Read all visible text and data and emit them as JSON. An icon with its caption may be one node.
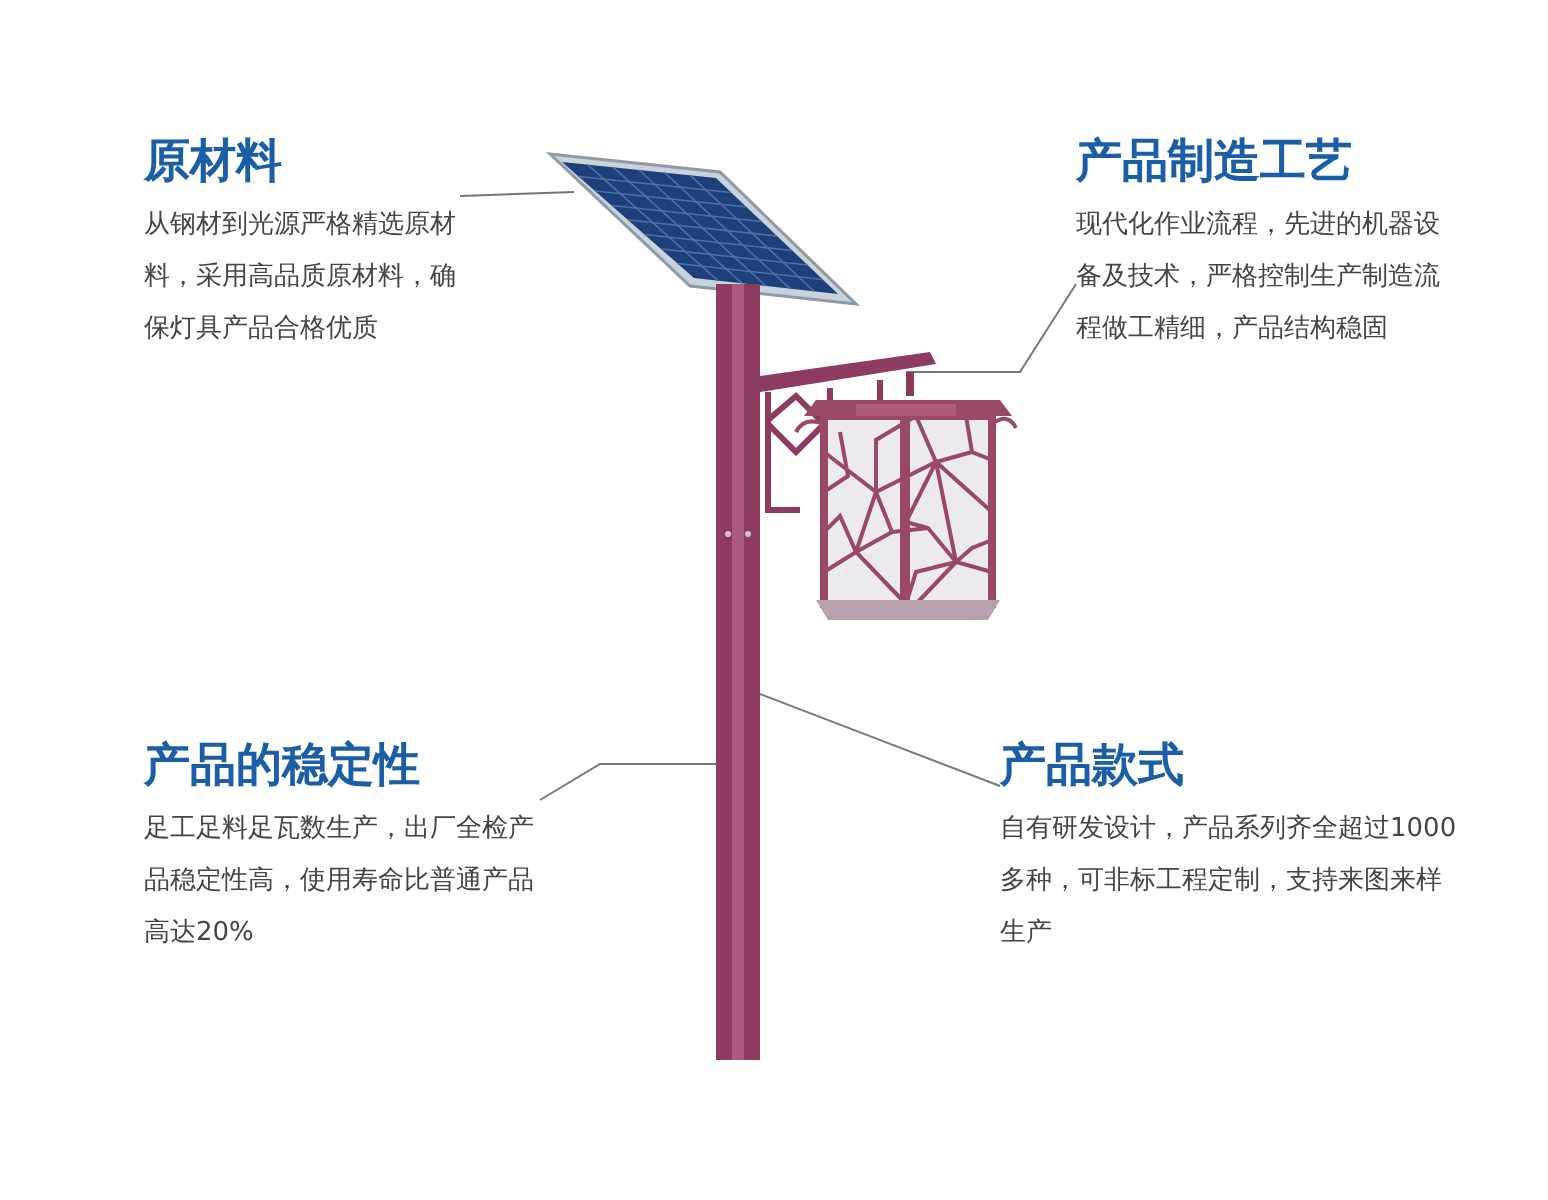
{
  "diagram": {
    "nodes": [
      {
        "text": [
          "原材料",
          "从钢材到光源严格精选原材料，采用高品质原材料，确保灯具产品合格优质"
        ]
      },
      {
        "text": [
          "产品制造工艺",
          "现代化作业流程，先进的机器设备及技术，严格控制生产制造流程做工精细，产品结构稳固"
        ]
      },
      {
        "text": [
          "产品的稳定性",
          "足工足料足瓦数生产，出厂全检产品稳定性高，使用寿命比普通产品高达20%"
        ]
      },
      {
        "text": [
          "产品款式",
          "自有研发设计，产品系列齐全超过1000多种，可非标工程定制，支持来图来样生产"
        ]
      },
      {
        "text": [],
        "shape": "picture"
      },
      {
        "text": [],
        "shape": "picture"
      },
      {
        "text": [],
        "shape": "picture"
      }
    ],
    "edges": [
      {
        "from": 0,
        "to": 4,
        "arrow": "none"
      },
      {
        "from": 1,
        "to": 5,
        "arrow": "none"
      },
      {
        "from": 2,
        "to": 6,
        "arrow": "none"
      },
      {
        "from": 3,
        "to": 6,
        "arrow": "none"
      }
    ]
  }
}
